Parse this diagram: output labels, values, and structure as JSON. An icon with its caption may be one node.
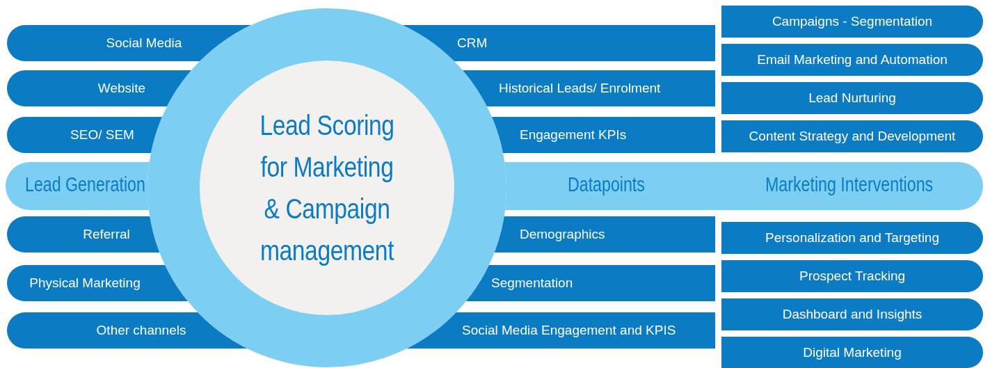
{
  "diagram": {
    "nodes": [
      {
        "text": [
          "Lead Scoring for Marketing & Campaign management"
        ]
      },
      {
        "text": [
          "Lead Generation"
        ]
      },
      {
        "text": [
          "Datapoints",
          "Marketing Interventions"
        ]
      },
      {
        "text": [
          "Social Media"
        ]
      },
      {
        "text": [
          "Website"
        ]
      },
      {
        "text": [
          "SEO/ SEM"
        ]
      },
      {
        "text": [
          "Referral"
        ]
      },
      {
        "text": [
          "Physical Marketing"
        ]
      },
      {
        "text": [
          "Other channels"
        ]
      },
      {
        "text": [
          "CRM"
        ]
      },
      {
        "text": [
          "Historical Leads/ Enrolment"
        ]
      },
      {
        "text": [
          "Engagement KPIs"
        ]
      },
      {
        "text": [
          "Demographics"
        ]
      },
      {
        "text": [
          "Segmentation"
        ]
      },
      {
        "text": [
          "Social Media Engagement and KPIS"
        ]
      },
      {
        "text": [
          "Campaigns - Segmentation"
        ]
      },
      {
        "text": [
          "Email Marketing and Automation"
        ]
      },
      {
        "text": [
          "Lead Nurturing"
        ]
      },
      {
        "text": [
          "Content Strategy and Development"
        ]
      },
      {
        "text": [
          "Personalization and Targeting"
        ]
      },
      {
        "text": [
          "Prospect Tracking"
        ]
      },
      {
        "text": [
          "Dashboard and Insights"
        ]
      },
      {
        "text": [
          "Digital Marketing"
        ]
      }
    ]
  }
}
